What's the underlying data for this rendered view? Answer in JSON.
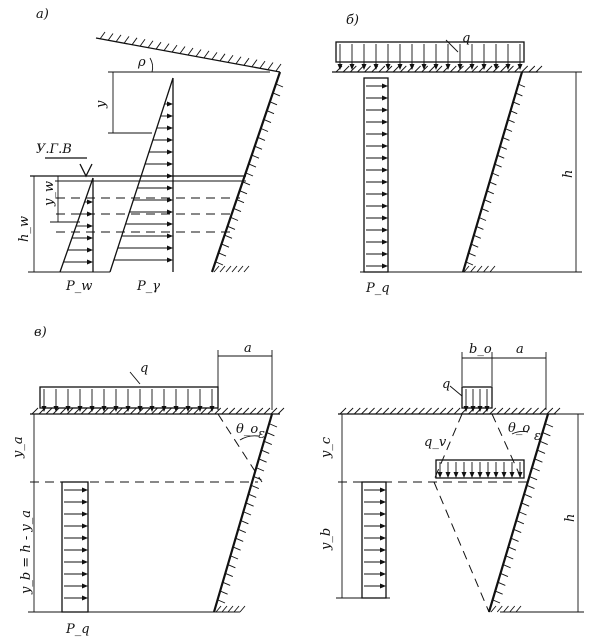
{
  "panels": {
    "a": {
      "letter": "а)",
      "rho": "ρ",
      "y": "y",
      "ugv": "У.Г.В",
      "y_w": "y_w",
      "h_w": "h_w",
      "p_w": "P_w",
      "p_gamma": "P_γ"
    },
    "b": {
      "letter": "б)",
      "q": "q",
      "h": "h",
      "p_q": "P_q"
    },
    "v": {
      "letter": "в)",
      "q_left": "q",
      "a_left": "a",
      "theta_left": "θ_o",
      "eps_left": "ε",
      "y_a": "y_a",
      "y_b_eq": "y_b = h - y_a",
      "p_q": "P_q",
      "b_o": "b_o",
      "a_right": "a",
      "q_right": "q",
      "q_v": "q_v",
      "theta_right": "θ_o",
      "eps_right": "ε",
      "y_c": "y_c",
      "y_b": "y_b",
      "h": "h"
    }
  }
}
